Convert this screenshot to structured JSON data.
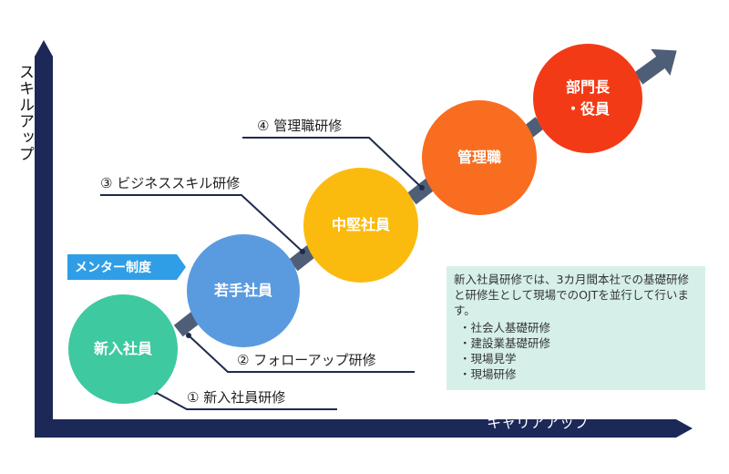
{
  "axes": {
    "y_label": "スキルアップ",
    "x_label": "キャリアアップ"
  },
  "stages": [
    {
      "label": "新入社員",
      "color": "#3ec9a0"
    },
    {
      "label": "若手社員",
      "color": "#5a9be0"
    },
    {
      "label": "中堅社員",
      "color": "#fbbb0e"
    },
    {
      "label": "管理職",
      "color": "#f86d1f"
    },
    {
      "label": "部門長\n・役員",
      "color": "#f23b16"
    }
  ],
  "trainings": [
    {
      "label": "① 新入社員研修"
    },
    {
      "label": "② フォローアップ研修"
    },
    {
      "label": "③ ビジネススキル研修"
    },
    {
      "label": "④ 管理職研修"
    }
  ],
  "mentor": {
    "label": "メンター制度",
    "color": "#2f9ee6"
  },
  "info": {
    "description": "新入社員研修では、3カ月間本社での基礎研修と研修生として現場でのOJTを並行して行います。",
    "items": [
      "社会人基礎研修",
      "建設業基礎研修",
      "現場見学",
      "現場研修"
    ]
  },
  "colors": {
    "axis": "#1c2858",
    "connector": "#4f5e77",
    "info_bg": "#d6f0e9"
  }
}
